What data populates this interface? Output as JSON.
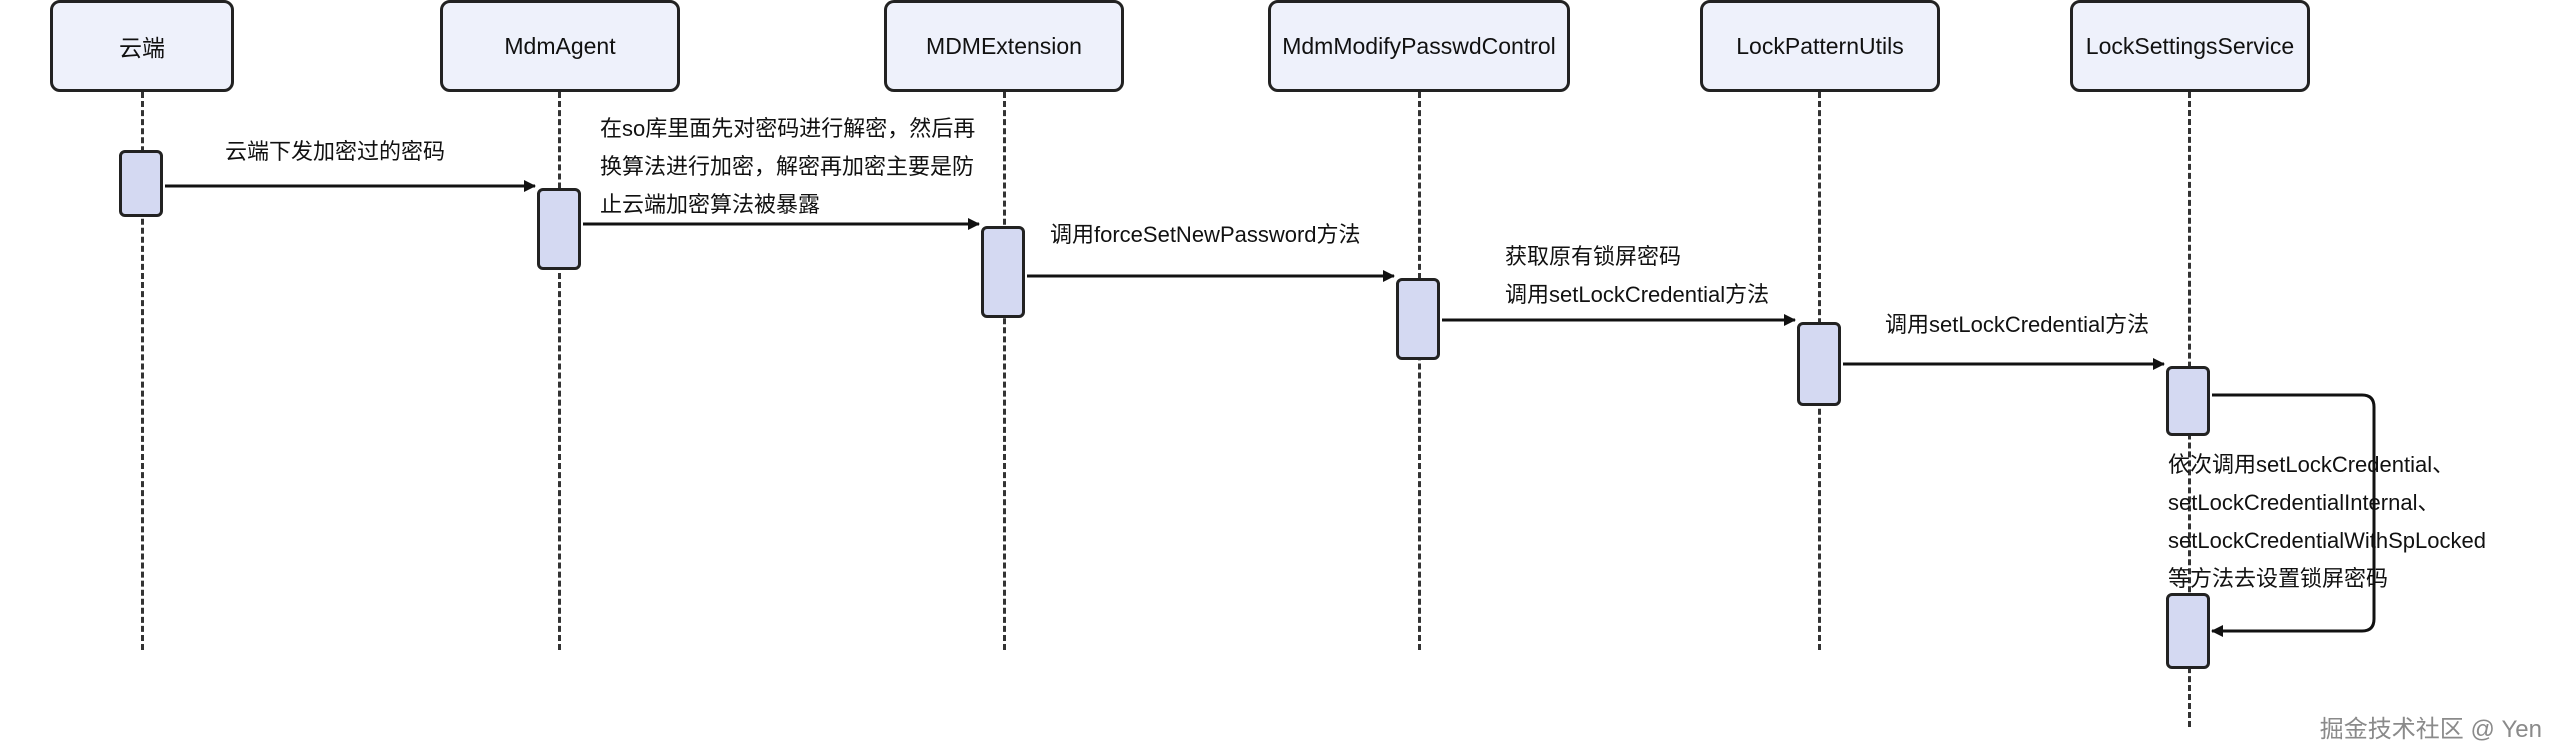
{
  "participants": [
    {
      "name": "云端"
    },
    {
      "name": "MdmAgent"
    },
    {
      "name": "MDMExtension"
    },
    {
      "name": "MdmModifyPasswdControl"
    },
    {
      "name": "LockPatternUtils"
    },
    {
      "name": "LockSettingsService"
    }
  ],
  "messages": [
    {
      "from": "云端",
      "to": "MdmAgent",
      "label": "云端下发加密过的密码"
    },
    {
      "from": "MdmAgent",
      "to": "MDMExtension",
      "label": "在so库里面先对密码进行解密，然后再\n换算法进行加密，解密再加密主要是防\n止云端加密算法被暴露"
    },
    {
      "from": "MDMExtension",
      "to": "MdmModifyPasswdControl",
      "label": "调用forceSetNewPassword方法"
    },
    {
      "from": "MdmModifyPasswdControl",
      "to": "LockPatternUtils",
      "label": "获取原有锁屏密码\n调用setLockCredential方法"
    },
    {
      "from": "LockPatternUtils",
      "to": "LockSettingsService",
      "label": "调用setLockCredential方法"
    },
    {
      "from": "LockSettingsService",
      "to": "LockSettingsService",
      "label": "依次调用setLockCredential、\nsetLockCredentialInternal、\nsetLockCredentialWithSpLocked\n等方法去设置锁屏密码"
    }
  ],
  "watermark": "掘金技术社区 @ Yen",
  "colors": {
    "box_fill": "#eef1fb",
    "activation_fill": "#d4d9f2",
    "stroke": "#222222",
    "watermark": "#8a8a8a"
  }
}
